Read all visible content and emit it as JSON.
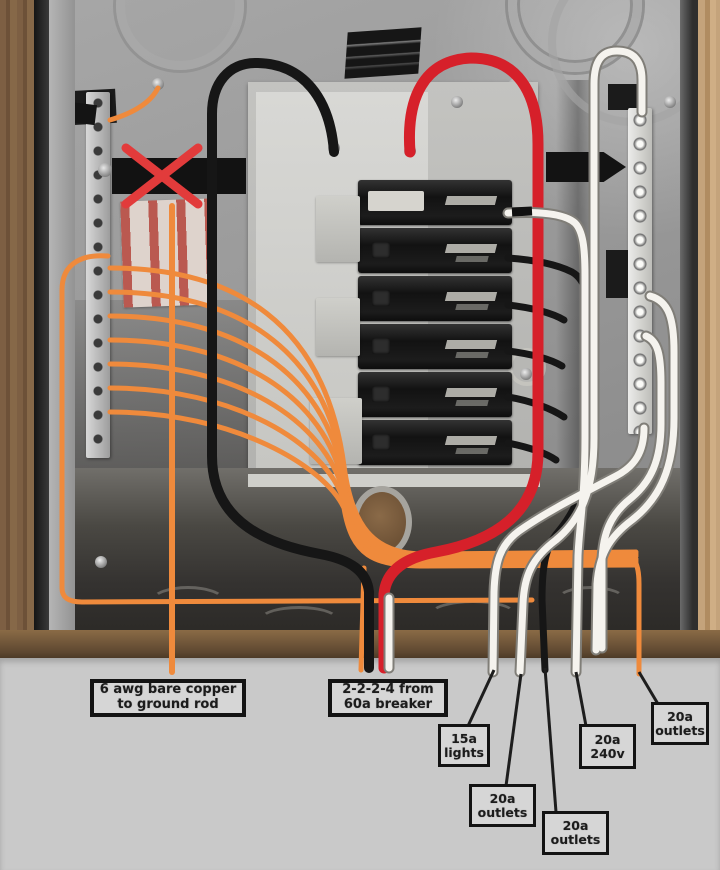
{
  "annotations": {
    "ground_wire": {
      "text": "6 awg bare copper to ground rod"
    },
    "feeder": {
      "text": "2-2-2-4 from 60a breaker"
    },
    "circuit_labels": [
      {
        "id": "lights",
        "text": "15a lights"
      },
      {
        "id": "outlets-mid",
        "text": "20a outlets"
      },
      {
        "id": "outlets-bottom",
        "text": "20a outlets"
      },
      {
        "id": "240v",
        "text": "20a 240v"
      },
      {
        "id": "outlets-right",
        "text": "20a outlets"
      }
    ]
  },
  "colors": {
    "annotation_band": "#c9c9c9",
    "label_background": "#d6d6d6",
    "label_border": "#131313",
    "hot_red_cable": "#d6202a",
    "x_marker_red": "#e23b3b",
    "neutral_white_wire": "#f5f3ee",
    "ground_orange_wire": "#ef8a3c",
    "black_conductor": "#161616",
    "panel_steel": "#9b9b9b",
    "breaker_black": "#141414",
    "wood_left": "#7d5f43",
    "wood_right": "#c4a37b",
    "sill_brown": "#5d4730"
  }
}
